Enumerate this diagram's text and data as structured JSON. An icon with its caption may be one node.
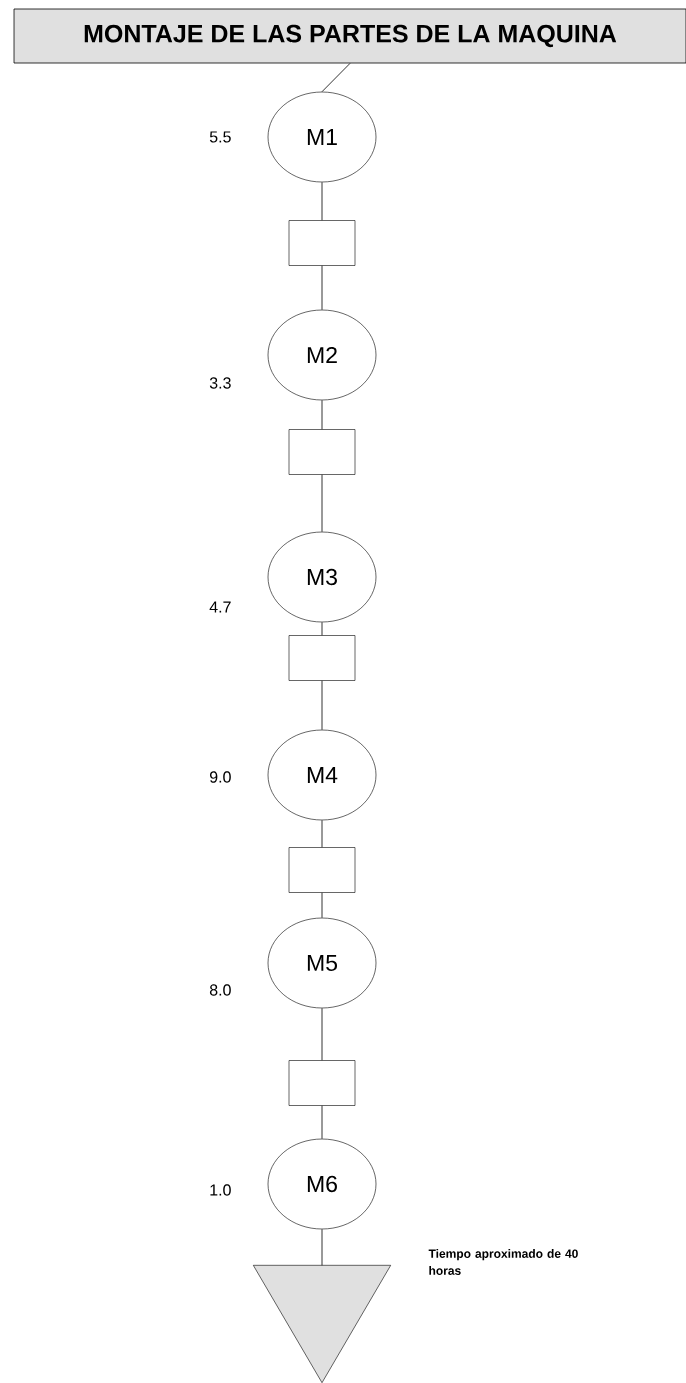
{
  "diagram": {
    "nodes": [
      {
        "text": [
          "MONTAJE DE LAS PARTES DE LA MAQUINA"
        ]
      },
      {
        "text": [
          "M1"
        ],
        "beside": [
          "5.5"
        ]
      },
      {
        "text": [],
        "shape": "box"
      },
      {
        "text": [
          "M2"
        ],
        "beside": [
          "3.3"
        ]
      },
      {
        "text": [],
        "shape": "box"
      },
      {
        "text": [
          "M3"
        ],
        "beside": [
          "4.7"
        ]
      },
      {
        "text": [],
        "shape": "box"
      },
      {
        "text": [
          "M4"
        ],
        "beside": [
          "9.0"
        ]
      },
      {
        "text": [],
        "shape": "box"
      },
      {
        "text": [
          "M5"
        ],
        "beside": [
          "8.0"
        ]
      },
      {
        "text": [],
        "shape": "box"
      },
      {
        "text": [
          "M6"
        ],
        "beside": [
          "1.0"
        ]
      },
      {
        "text": [],
        "shape": "triangle",
        "beside": [
          "Tiempo aproximado de 40 horas"
        ]
      }
    ],
    "edges": [
      {
        "from": 0,
        "to": 1,
        "arrow": "none"
      },
      {
        "from": 1,
        "to": 2,
        "arrow": "none"
      },
      {
        "from": 2,
        "to": 3,
        "arrow": "none"
      },
      {
        "from": 3,
        "to": 4,
        "arrow": "none"
      },
      {
        "from": 4,
        "to": 5,
        "arrow": "none"
      },
      {
        "from": 5,
        "to": 6,
        "arrow": "none"
      },
      {
        "from": 6,
        "to": 7,
        "arrow": "none"
      },
      {
        "from": 7,
        "to": 8,
        "arrow": "none"
      },
      {
        "from": 8,
        "to": 9,
        "arrow": "none"
      },
      {
        "from": 9,
        "to": 10,
        "arrow": "none"
      },
      {
        "from": 10,
        "to": 11,
        "arrow": "none"
      },
      {
        "from": 11,
        "to": 12,
        "arrow": "none"
      }
    ]
  }
}
